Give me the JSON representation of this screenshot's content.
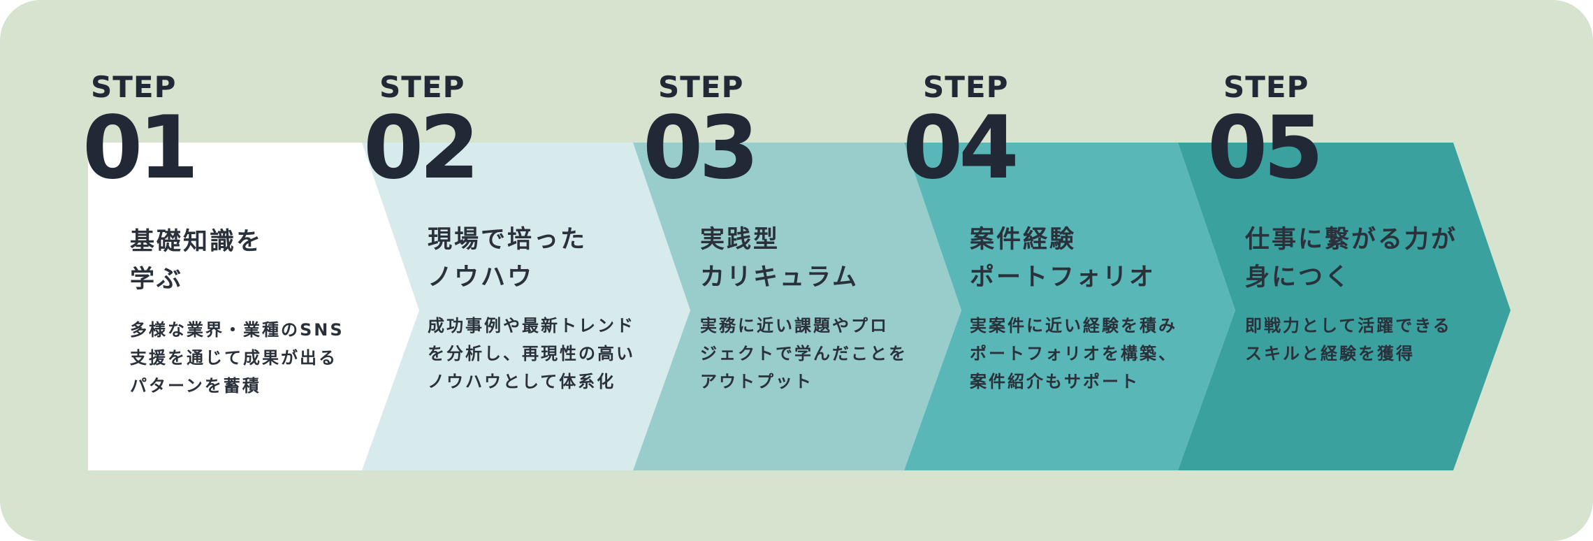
{
  "colors": {
    "background": "#d5e3cf",
    "text": "#212936",
    "step_fills": [
      "#ffffff",
      "#d7ebec",
      "#98cdcc",
      "#59b7b7",
      "#3aa19f"
    ]
  },
  "steps": [
    {
      "label": "STEP",
      "number": "01",
      "title_lines": [
        "基礎知識を",
        "学ぶ"
      ],
      "desc_lines": [
        "多様な業界・業種のSNS",
        "支援を通じて成果が出る",
        "パターンを蓄積"
      ]
    },
    {
      "label": "STEP",
      "number": "02",
      "title_lines": [
        "現場で培った",
        "ノウハウ"
      ],
      "desc_lines": [
        "成功事例や最新トレンド",
        "を分析し、再現性の高い",
        "ノウハウとして体系化"
      ]
    },
    {
      "label": "STEP",
      "number": "03",
      "title_lines": [
        "実践型",
        "カリキュラム"
      ],
      "desc_lines": [
        "実務に近い課題やプロ",
        "ジェクトで学んだことを",
        "アウトプット"
      ]
    },
    {
      "label": "STEP",
      "number": "04",
      "title_lines": [
        "案件経験",
        "ポートフォリオ"
      ],
      "desc_lines": [
        "実案件に近い経験を積み",
        "ポートフォリオを構築、",
        "案件紹介もサポート"
      ]
    },
    {
      "label": "STEP",
      "number": "05",
      "title_lines": [
        "仕事に繋がる力が",
        "身につく"
      ],
      "desc_lines": [
        "即戦力として活躍できる",
        "スキルと経験を獲得"
      ]
    }
  ]
}
